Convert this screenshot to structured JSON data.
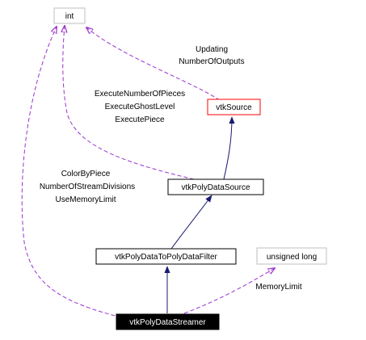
{
  "colors": {
    "inheritance_edge": "#191970",
    "usage_edge": "#9a32cd",
    "border_gray": "#bfbfbf",
    "border_red": "#ff0000",
    "border_black": "#000000",
    "highlight_fill": "#000000",
    "text_dark": "#000000",
    "text_light": "#ffffff"
  },
  "nodes": {
    "int": "int",
    "unsigned_long": "unsigned long",
    "vtk_source": "vtkSource",
    "vtk_poly_data_source": "vtkPolyDataSource",
    "vtk_poly_data_to_poly_data_filter": "vtkPolyDataToPolyDataFilter",
    "vtk_poly_data_streamer": "vtkPolyDataStreamer"
  },
  "edge_labels": {
    "source_int": [
      "Updating",
      "NumberOfOutputs"
    ],
    "polydatasource_int": [
      "ExecuteNumberOfPieces",
      "ExecuteGhostLevel",
      "ExecutePiece"
    ],
    "streamer_int": [
      "ColorByPiece",
      "NumberOfStreamDivisions",
      "UseMemoryLimit"
    ],
    "streamer_unsigned_long": [
      "MemoryLimit"
    ]
  }
}
